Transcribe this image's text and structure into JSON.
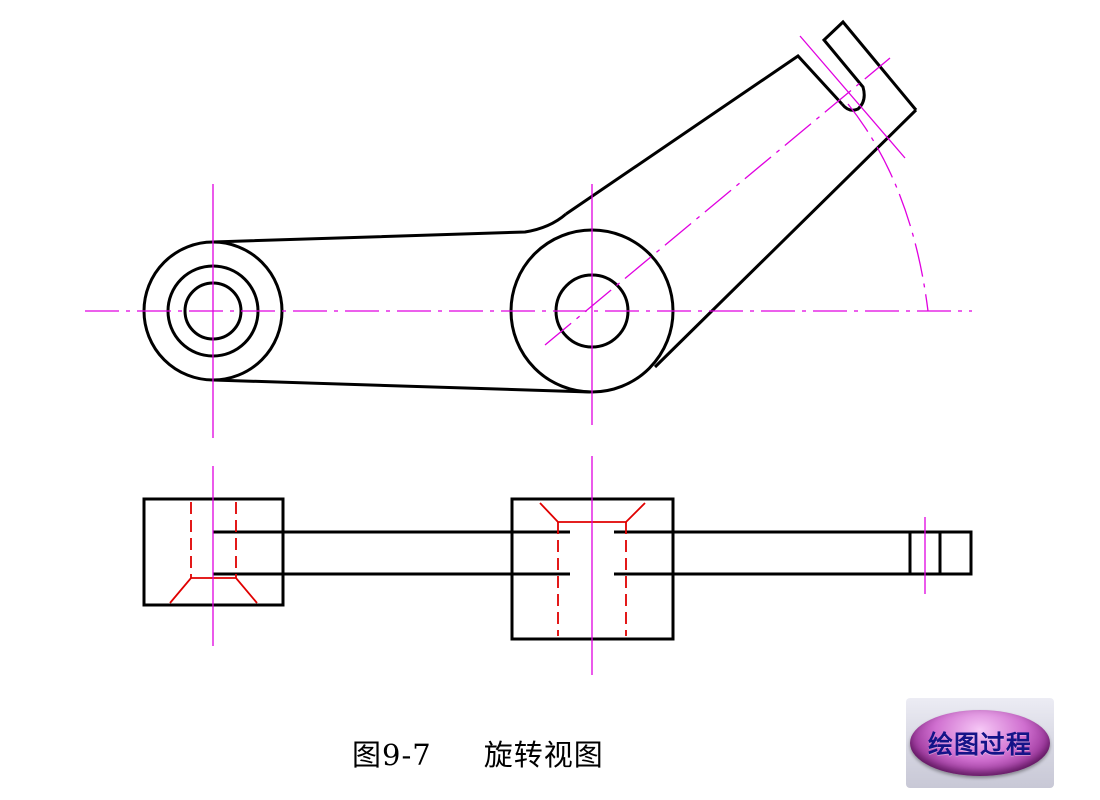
{
  "caption": {
    "figure_number": "图9-7",
    "title": "旋转视图"
  },
  "process_button": {
    "label": "绘图过程"
  },
  "colors": {
    "outline": "#000000",
    "center_line": "#e000e0",
    "hidden_line": "#e00000",
    "button_fill": "#b040b0",
    "button_text": "#141488"
  }
}
